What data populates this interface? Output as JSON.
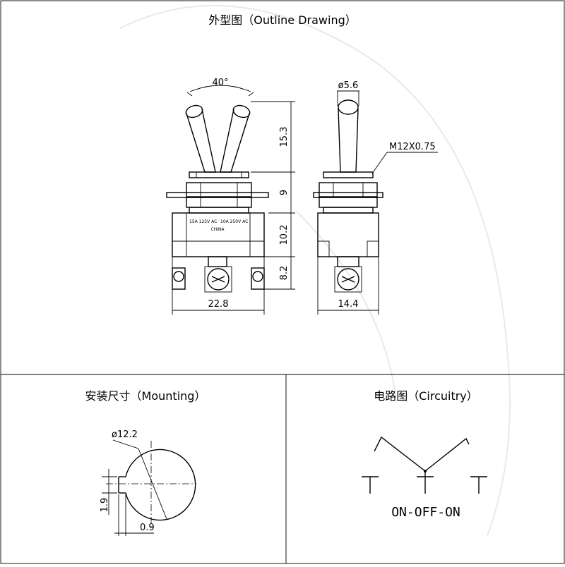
{
  "outline": {
    "title": "外型图（Outline Drawing）",
    "angle_label": "40°",
    "dims": {
      "lever_height": "15.3",
      "bushing": "9",
      "body": "10.2",
      "terminal": "8.2",
      "width": "22.8",
      "side_width": "14.4",
      "diameter": "ø5.6",
      "thread": "M12X0.75"
    },
    "body_print": {
      "rating_1": "15A 125V AC",
      "rating_2": "10A 250V AC",
      "origin": "CHINA"
    }
  },
  "mounting": {
    "title": "安装尺寸（Mounting）",
    "hole_diameter": "ø12.2",
    "key_height": "1.9",
    "key_width": "0.9"
  },
  "circuitry": {
    "title": "电路图（Circuitry）",
    "mode": "ON-OFF-ON"
  }
}
